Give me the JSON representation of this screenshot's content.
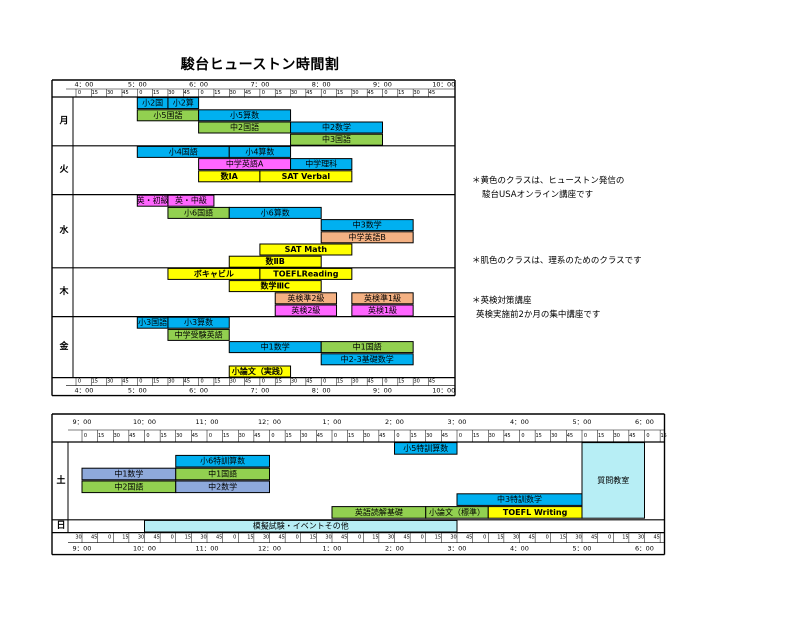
{
  "title": "駿台ヒューストン時間割",
  "colors": {
    "blue": "#00b0f0",
    "green": "#92d050",
    "pink": "#ff66ff",
    "yellow": "#ffff00",
    "skin": "#f4b183",
    "lav": "#8ea9db",
    "cyan": "#b7eef5"
  },
  "notes": {
    "yellow_1": "＊黄色のクラスは、ヒューストン発信の",
    "yellow_2": "駿台USAオンライン講座です",
    "skin": "＊肌色のクラスは、理系のためのクラスです",
    "eiken_1": "＊英検対策講座",
    "eiken_2": "英検実施前2か月の集中講座です"
  },
  "weekday": {
    "hours": [
      "4：00",
      "5：00",
      "6：00",
      "7：00",
      "8：00",
      "9：00",
      "10：00"
    ],
    "minute_marks": [
      "0",
      "15",
      "30",
      "45"
    ],
    "days": [
      {
        "label": "月",
        "rows": 3,
        "classes": [
          {
            "text": "小2国",
            "row": 0,
            "start": 5.0,
            "end": 5.5,
            "color": "blue"
          },
          {
            "text": "小2算",
            "row": 0,
            "start": 5.5,
            "end": 6.0,
            "color": "blue"
          },
          {
            "text": "小5国語",
            "row": 1,
            "start": 5.0,
            "end": 6.0,
            "color": "green"
          },
          {
            "text": "小5算数",
            "row": 1,
            "start": 6.0,
            "end": 7.5,
            "color": "blue"
          },
          {
            "text": "中2国語",
            "row": 2,
            "start": 6.0,
            "end": 7.5,
            "color": "green"
          },
          {
            "text": "中2数学",
            "row": 2,
            "start": 7.5,
            "end": 9.0,
            "color": "blue"
          },
          {
            "text": "中3国語",
            "row": 3,
            "start": 7.5,
            "end": 9.0,
            "color": "green"
          }
        ]
      },
      {
        "label": "火",
        "rows": 3,
        "classes": [
          {
            "text": "小4国語",
            "row": 0,
            "start": 5.0,
            "end": 6.5,
            "color": "blue"
          },
          {
            "text": "小4算数",
            "row": 0,
            "start": 6.5,
            "end": 7.5,
            "color": "blue"
          },
          {
            "text": "中学英語A",
            "row": 1,
            "start": 6.0,
            "end": 7.5,
            "color": "pink"
          },
          {
            "text": "中学理科",
            "row": 1,
            "start": 7.5,
            "end": 8.5,
            "color": "blue"
          },
          {
            "text": "数ⅠA",
            "row": 2,
            "start": 6.0,
            "end": 7.0,
            "color": "yellow"
          },
          {
            "text": "SAT Verbal",
            "row": 2,
            "start": 7.0,
            "end": 8.5,
            "color": "yellow"
          }
        ]
      },
      {
        "label": "水",
        "rows": 5,
        "classes": [
          {
            "text": "英・初級",
            "row": 0,
            "start": 5.0,
            "end": 5.5,
            "color": "pink"
          },
          {
            "text": "英・中級",
            "row": 0,
            "start": 5.5,
            "end": 6.25,
            "color": "pink"
          },
          {
            "text": "小6国語",
            "row": 1,
            "start": 5.5,
            "end": 6.5,
            "color": "green"
          },
          {
            "text": "小6算数",
            "row": 1,
            "start": 6.5,
            "end": 8.0,
            "color": "blue"
          },
          {
            "text": "中3数学",
            "row": 2,
            "start": 8.0,
            "end": 9.5,
            "color": "blue"
          },
          {
            "text": "中学英語B",
            "row": 3,
            "start": 8.0,
            "end": 9.5,
            "color": "skin"
          },
          {
            "text": "SAT Math",
            "row": 4,
            "start": 7.0,
            "end": 8.5,
            "color": "yellow"
          },
          {
            "text": "数ⅡB",
            "row": 5,
            "start": 6.5,
            "end": 8.0,
            "color": "yellow"
          }
        ]
      },
      {
        "label": "木",
        "rows": 3,
        "classes": [
          {
            "text": "ボキャビル",
            "row": 0,
            "start": 5.5,
            "end": 7.0,
            "color": "yellow"
          },
          {
            "text": "TOEFLReading",
            "row": 0,
            "start": 7.0,
            "end": 8.5,
            "color": "yellow"
          },
          {
            "text": "数学ⅢC",
            "row": 1,
            "start": 6.5,
            "end": 8.0,
            "color": "yellow"
          },
          {
            "text": "英検準2級",
            "row": 2,
            "start": 7.25,
            "end": 8.25,
            "color": "skin"
          },
          {
            "text": "英検準1級",
            "row": 2,
            "start": 8.5,
            "end": 9.5,
            "color": "skin"
          },
          {
            "text": "英検2級",
            "row": 3,
            "start": 7.25,
            "end": 8.25,
            "color": "pink"
          },
          {
            "text": "英検1級",
            "row": 3,
            "start": 8.5,
            "end": 9.5,
            "color": "pink"
          }
        ]
      },
      {
        "label": "金",
        "rows": 4,
        "classes": [
          {
            "text": "小3国語",
            "row": 0,
            "start": 5.0,
            "end": 5.5,
            "color": "blue"
          },
          {
            "text": "小3算数",
            "row": 0,
            "start": 5.5,
            "end": 6.5,
            "color": "blue"
          },
          {
            "text": "中学受験英語",
            "row": 1,
            "start": 5.5,
            "end": 6.5,
            "color": "green"
          },
          {
            "text": "中1数学",
            "row": 2,
            "start": 6.5,
            "end": 8.0,
            "color": "blue"
          },
          {
            "text": "中1国語",
            "row": 2,
            "start": 8.0,
            "end": 9.5,
            "color": "green"
          },
          {
            "text": "中2-3基礎数学",
            "row": 3,
            "start": 8.0,
            "end": 9.5,
            "color": "blue"
          },
          {
            "text": "小論文（実践）",
            "row": 4,
            "start": 6.5,
            "end": 7.5,
            "color": "yellow"
          }
        ]
      }
    ]
  },
  "weekend": {
    "hours": [
      "9：00",
      "10：00",
      "11：00",
      "12：00",
      "1：00",
      "2：00",
      "3：00",
      "4：00",
      "5：00",
      "6：00"
    ],
    "minute_marks": [
      "0",
      "15",
      "30",
      "45"
    ],
    "bottom_minute_marks": [
      "30",
      "45",
      "0",
      "15"
    ],
    "sat_label": "土",
    "sun_label": "日",
    "saturday": [
      {
        "text": "小5特訓算数",
        "row": 0,
        "start": 14.0,
        "end": 15.0,
        "color": "blue"
      },
      {
        "text": "小6特訓算数",
        "row": 1,
        "start": 10.5,
        "end": 12.0,
        "color": "blue"
      },
      {
        "text": "中1数学",
        "row": 2,
        "start": 9.0,
        "end": 10.5,
        "color": "lav"
      },
      {
        "text": "中1国語",
        "row": 2,
        "start": 10.5,
        "end": 12.0,
        "color": "green"
      },
      {
        "text": "中2国語",
        "row": 3,
        "start": 9.0,
        "end": 10.5,
        "color": "green"
      },
      {
        "text": "中2数学",
        "row": 3,
        "start": 10.5,
        "end": 12.0,
        "color": "lav"
      },
      {
        "text": "中3特訓数学",
        "row": 4,
        "start": 15.0,
        "end": 17.0,
        "color": "blue"
      },
      {
        "text": "英語読解基礎",
        "row": 5,
        "start": 13.0,
        "end": 14.5,
        "color": "green"
      },
      {
        "text": "小論文（標準）",
        "row": 5,
        "start": 14.5,
        "end": 15.5,
        "color": "green"
      },
      {
        "text": "TOEFL Writing",
        "row": 5,
        "start": 15.5,
        "end": 17.0,
        "color": "yellow"
      },
      {
        "text": "質問教室",
        "row": 0,
        "rowspan": 6,
        "start": 17.0,
        "end": 18.0,
        "color": "cyan",
        "block": true
      }
    ],
    "sunday": [
      {
        "text": "模擬試験・イベントその他",
        "row": 0,
        "start": 10.0,
        "end": 15.0,
        "color": "cyan"
      }
    ]
  }
}
